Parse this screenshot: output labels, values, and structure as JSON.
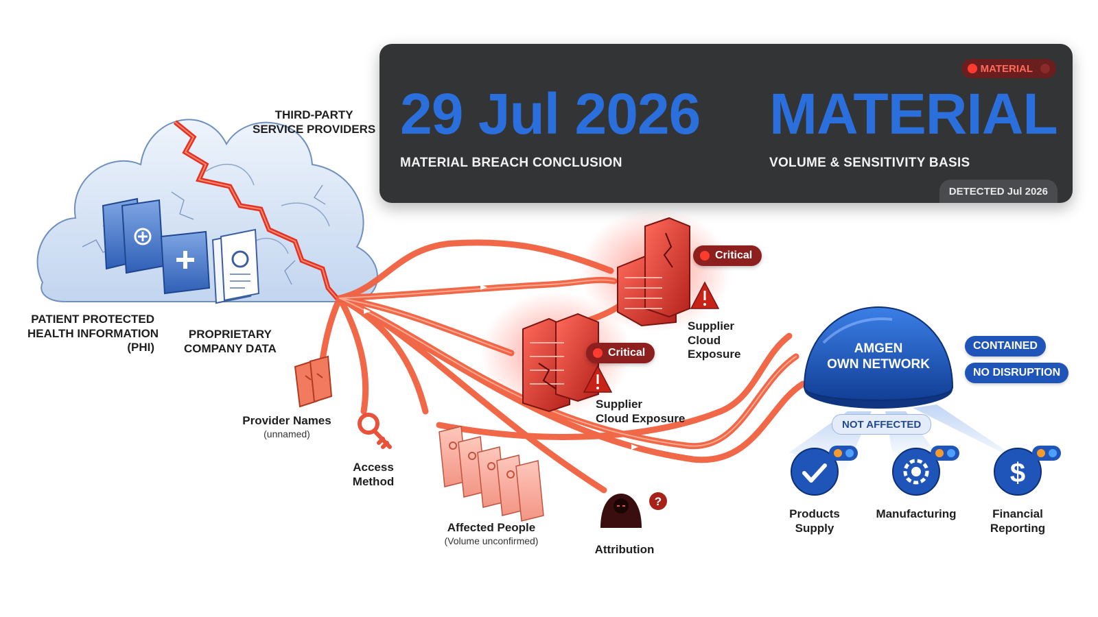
{
  "header": {
    "status_pill": "MATERIAL",
    "date": "29 Jul 2026",
    "date_caption": "MATERIAL BREACH CONCLUSION",
    "determination": "MATERIAL",
    "determination_caption": "VOLUME & SENSITIVITY BASIS",
    "detected": "DETECTED Jul 2026"
  },
  "sources": {
    "third_party": [
      "THIRD-PARTY",
      "SERVICE PROVIDERS"
    ],
    "phi": [
      "PATIENT PROTECTED",
      "HEALTH INFORMATION",
      "(PHI)"
    ],
    "proprietary": [
      "PROPRIETARY",
      "COMPANY DATA"
    ]
  },
  "suppliers": [
    {
      "badge": "Critical",
      "label": [
        "Supplier",
        "Cloud",
        "Exposure"
      ]
    },
    {
      "badge": "Critical",
      "label": [
        "Supplier",
        "Cloud Exposure"
      ]
    }
  ],
  "unknowns": {
    "provider_names": {
      "label": "Provider Names",
      "note": "(unnamed)"
    },
    "access_method": {
      "label": [
        "Access",
        "Method"
      ]
    },
    "affected_people": {
      "label": "Affected People",
      "note": "(Volume unconfirmed)"
    },
    "attribution": {
      "label": "Attribution"
    }
  },
  "network": {
    "name": [
      "AMGEN",
      "OWN NETWORK"
    ],
    "contained": "CONTAINED",
    "no_disruption": "NO DISRUPTION",
    "not_affected": "NOT AFFECTED",
    "functions": [
      {
        "label": [
          "Products",
          "Supply"
        ],
        "icon": "check-icon"
      },
      {
        "label": [
          "Manufacturing"
        ],
        "icon": "gear-icon"
      },
      {
        "label": [
          "Financial",
          "Reporting"
        ],
        "icon": "dollar-icon"
      }
    ]
  },
  "colors": {
    "accent_blue": "#2a6fdb",
    "flow_red": "#f0603f",
    "critical_red": "#8e1f1f",
    "network_blue": "#1f55b8",
    "panel_dark": "#333436"
  }
}
